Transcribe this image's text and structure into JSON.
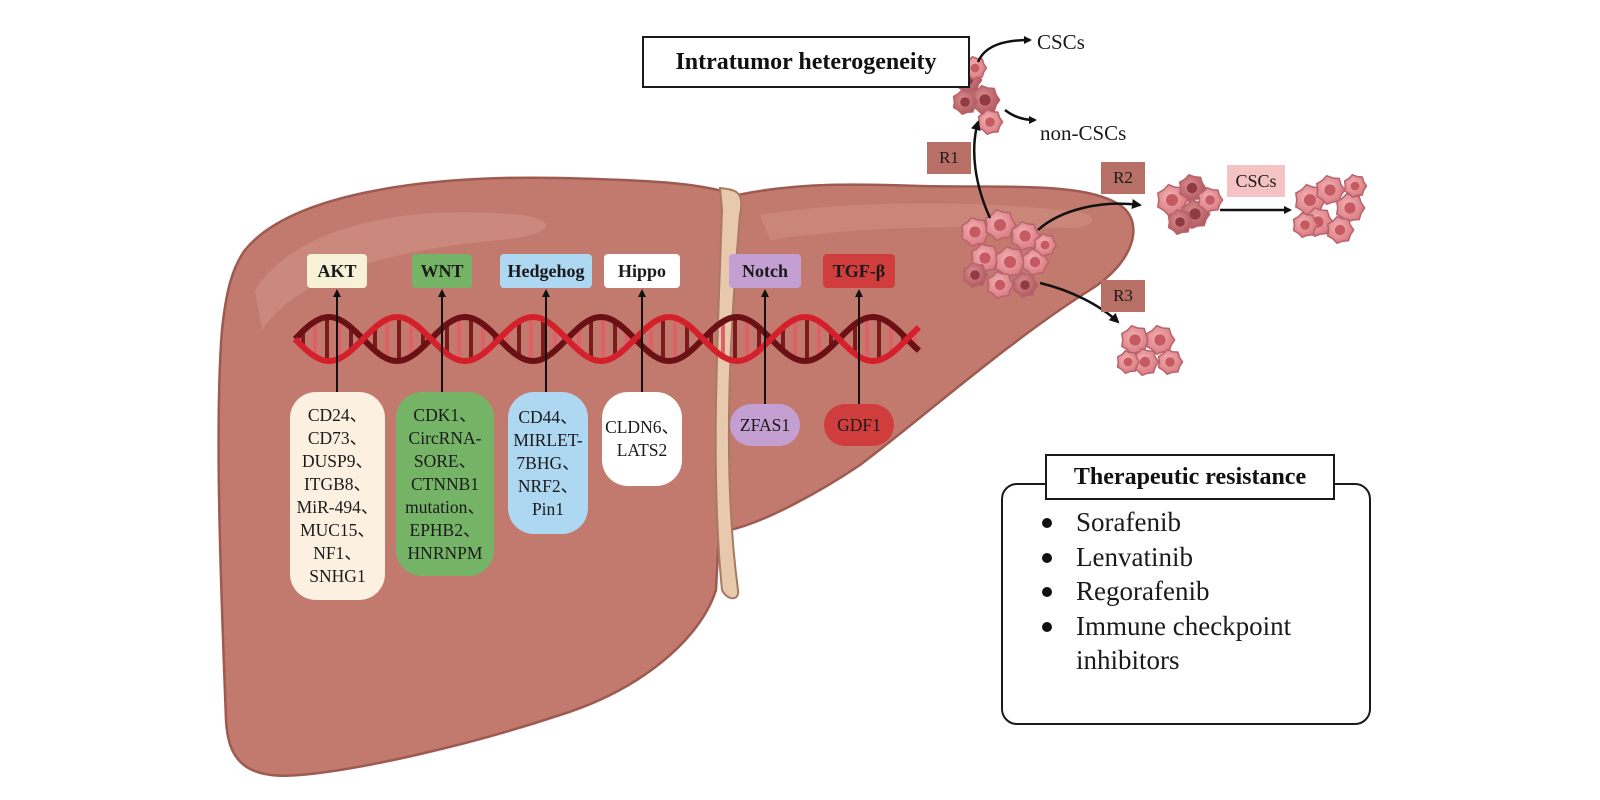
{
  "title_heterogeneity": "Intratumor heterogeneity",
  "routes": {
    "r1": "R1",
    "r2": "R2",
    "r3": "R3",
    "csc_top": "CSCs",
    "non_csc": "non-CSCs",
    "csc_r2": "CSCs"
  },
  "pathways": [
    {
      "label": "AKT",
      "color": "#f7f1d8"
    },
    {
      "label": "WNT",
      "color": "#75b467"
    },
    {
      "label": "Hedgehog",
      "color": "#aed7f2"
    },
    {
      "label": "Hippo",
      "color": "#ffffff"
    },
    {
      "label": "Notch",
      "color": "#c49fd1"
    },
    {
      "label": "TGF-β",
      "color": "#cf3d3d"
    }
  ],
  "genes": [
    {
      "lines": [
        "CD24、",
        "CD73、",
        "DUSP9、",
        "ITGB8、",
        "MiR-494、",
        "MUC15、",
        "NF1、",
        "SNHG1"
      ],
      "color": "#fcf0e0"
    },
    {
      "lines": [
        "CDK1、",
        "CircRNA-",
        "SORE、",
        "CTNNB1",
        "mutation、",
        "EPHB2、",
        "HNRNPM"
      ],
      "color": "#75b467"
    },
    {
      "lines": [
        "CD44、",
        "MIRLET-",
        "7BHG、",
        "NRF2、",
        "Pin1"
      ],
      "color": "#aed7f2"
    },
    {
      "lines": [
        "CLDN6、",
        "LATS2"
      ],
      "color": "#ffffff"
    },
    {
      "lines": [
        "ZFAS1"
      ],
      "color": "#c49fd1"
    },
    {
      "lines": [
        "GDF1"
      ],
      "color": "#cf3d3d"
    }
  ],
  "therapeutic": {
    "title": "Therapeutic resistance",
    "items": [
      "Sorafenib",
      "Lenvatinib",
      "Regorafenib",
      "Immune checkpoint inhibitors"
    ]
  },
  "colors": {
    "liver": "#c27a6e",
    "liver_edge": "#9e5a50",
    "dna_light": "#d4202a",
    "dna_dark": "#6b1014",
    "cell": "#e8959a",
    "route_label": "#b86f66"
  }
}
